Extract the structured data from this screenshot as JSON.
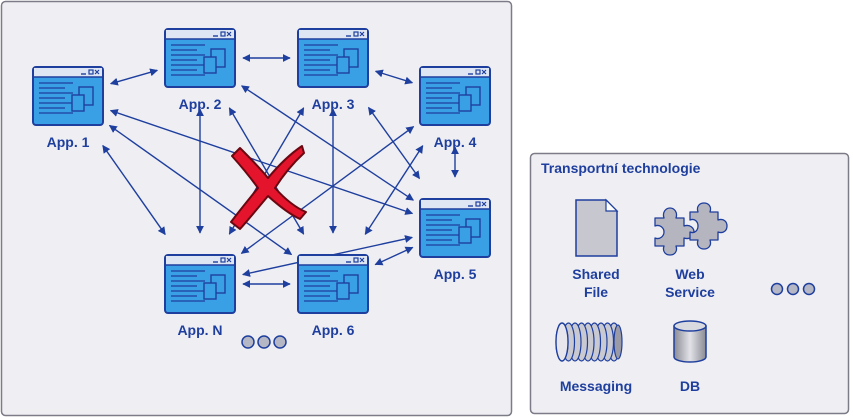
{
  "apps": [
    {
      "id": "app1",
      "label": "App. 1"
    },
    {
      "id": "app2",
      "label": "App. 2"
    },
    {
      "id": "app3",
      "label": "App. 3"
    },
    {
      "id": "app4",
      "label": "App. 4"
    },
    {
      "id": "app5",
      "label": "App. 5"
    },
    {
      "id": "appN",
      "label": "App. N"
    },
    {
      "id": "app6",
      "label": "App. 6"
    }
  ],
  "connections": [
    [
      "app1",
      "app2"
    ],
    [
      "app2",
      "app3"
    ],
    [
      "app3",
      "app4"
    ],
    [
      "app4",
      "app5"
    ],
    [
      "appN",
      "app6"
    ],
    [
      "app1",
      "app5"
    ],
    [
      "app1",
      "appN"
    ],
    [
      "app1",
      "app6"
    ],
    [
      "app2",
      "appN"
    ],
    [
      "app2",
      "app6"
    ],
    [
      "app2",
      "app5"
    ],
    [
      "app3",
      "appN"
    ],
    [
      "app3",
      "app6"
    ],
    [
      "app3",
      "app5"
    ],
    [
      "app4",
      "appN"
    ],
    [
      "app4",
      "app6"
    ],
    [
      "app5",
      "appN"
    ],
    [
      "app5",
      "app6"
    ]
  ],
  "transport": {
    "title": "Transportní technologie",
    "items": [
      {
        "icon": "document-icon",
        "line1": "Shared",
        "line2": "File"
      },
      {
        "icon": "puzzle-icon",
        "line1": "Web",
        "line2": "Service"
      },
      {
        "icon": "message-queue-icon",
        "line1": "Messaging",
        "line2": ""
      },
      {
        "icon": "database-icon",
        "line1": "DB",
        "line2": ""
      }
    ]
  },
  "colors": {
    "accent": "#1f3f9e",
    "window_fill": "#3aa0e6",
    "cross_fill": "#e3142c",
    "panel_bg": "#eeeef3",
    "panel_border": "#7c7c88",
    "dot_fill": "#b5b7c4"
  }
}
